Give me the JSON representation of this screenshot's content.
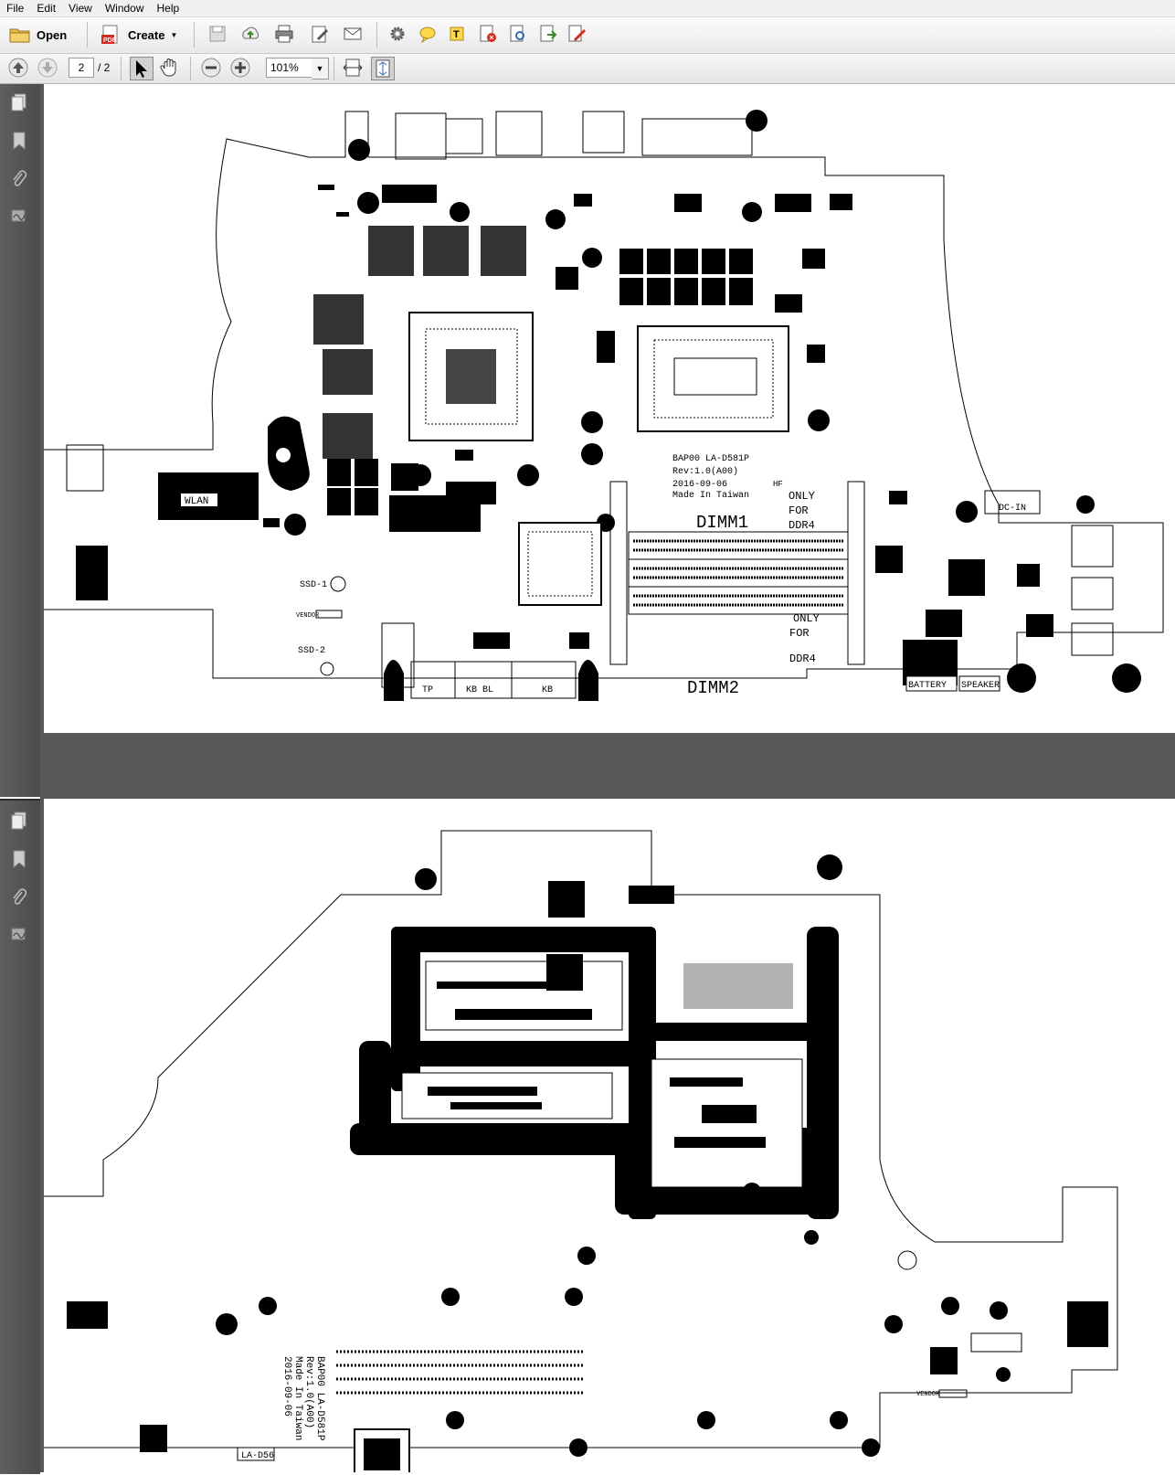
{
  "menu": [
    "File",
    "Edit",
    "View",
    "Window",
    "Help"
  ],
  "toolbar": {
    "open_label": "Open",
    "create_label": "Create",
    "icons": [
      "save-icon",
      "cloud-upload-icon",
      "print-icon",
      "edit-doc-icon",
      "email-icon",
      "gear-icon",
      "comment-icon",
      "highlight-icon",
      "delete-page-icon",
      "search-doc-icon",
      "export-icon",
      "sign-icon"
    ]
  },
  "nav": {
    "current_page": "2",
    "total_pages": "/ 2",
    "zoom": "101%"
  },
  "page1": {
    "labels": {
      "board_id": "BAP00 LA-D581P",
      "rev": "Rev:1.0(A00)",
      "date": "2016-09-06",
      "made_in": "Made In Taiwan",
      "only_for_ddr4_1": "ONLY",
      "for_1": "FOR",
      "ddr4_1": "DDR4",
      "dimm1": "DIMM1",
      "dimm2": "DIMM2",
      "only_2": "ONLY",
      "for_2": "FOR",
      "ddr4_2": "DDR4",
      "wlan": "WLAN",
      "ssd1": "SSD-1",
      "ssd2": "SSD-2",
      "vendor": "VENDOR",
      "dc_in": "DC-IN",
      "battery": "BATTERY",
      "speaker": "SPEAKER",
      "tp": "TP",
      "kb_bl": "KB BL",
      "kb": "KB",
      "hf": "HF"
    }
  },
  "page2": {
    "labels": {
      "board_id": "BAP00 LA-D581P",
      "rev": "Rev:1.0(A00)",
      "made_in": "Made In Taiwan",
      "date": "2016-09-06",
      "la_d56": "LA-D56",
      "vendor": "VENDOR"
    }
  },
  "colors": {
    "accent": "#000000",
    "panel": "#585858",
    "toolbar": "#ececec"
  }
}
